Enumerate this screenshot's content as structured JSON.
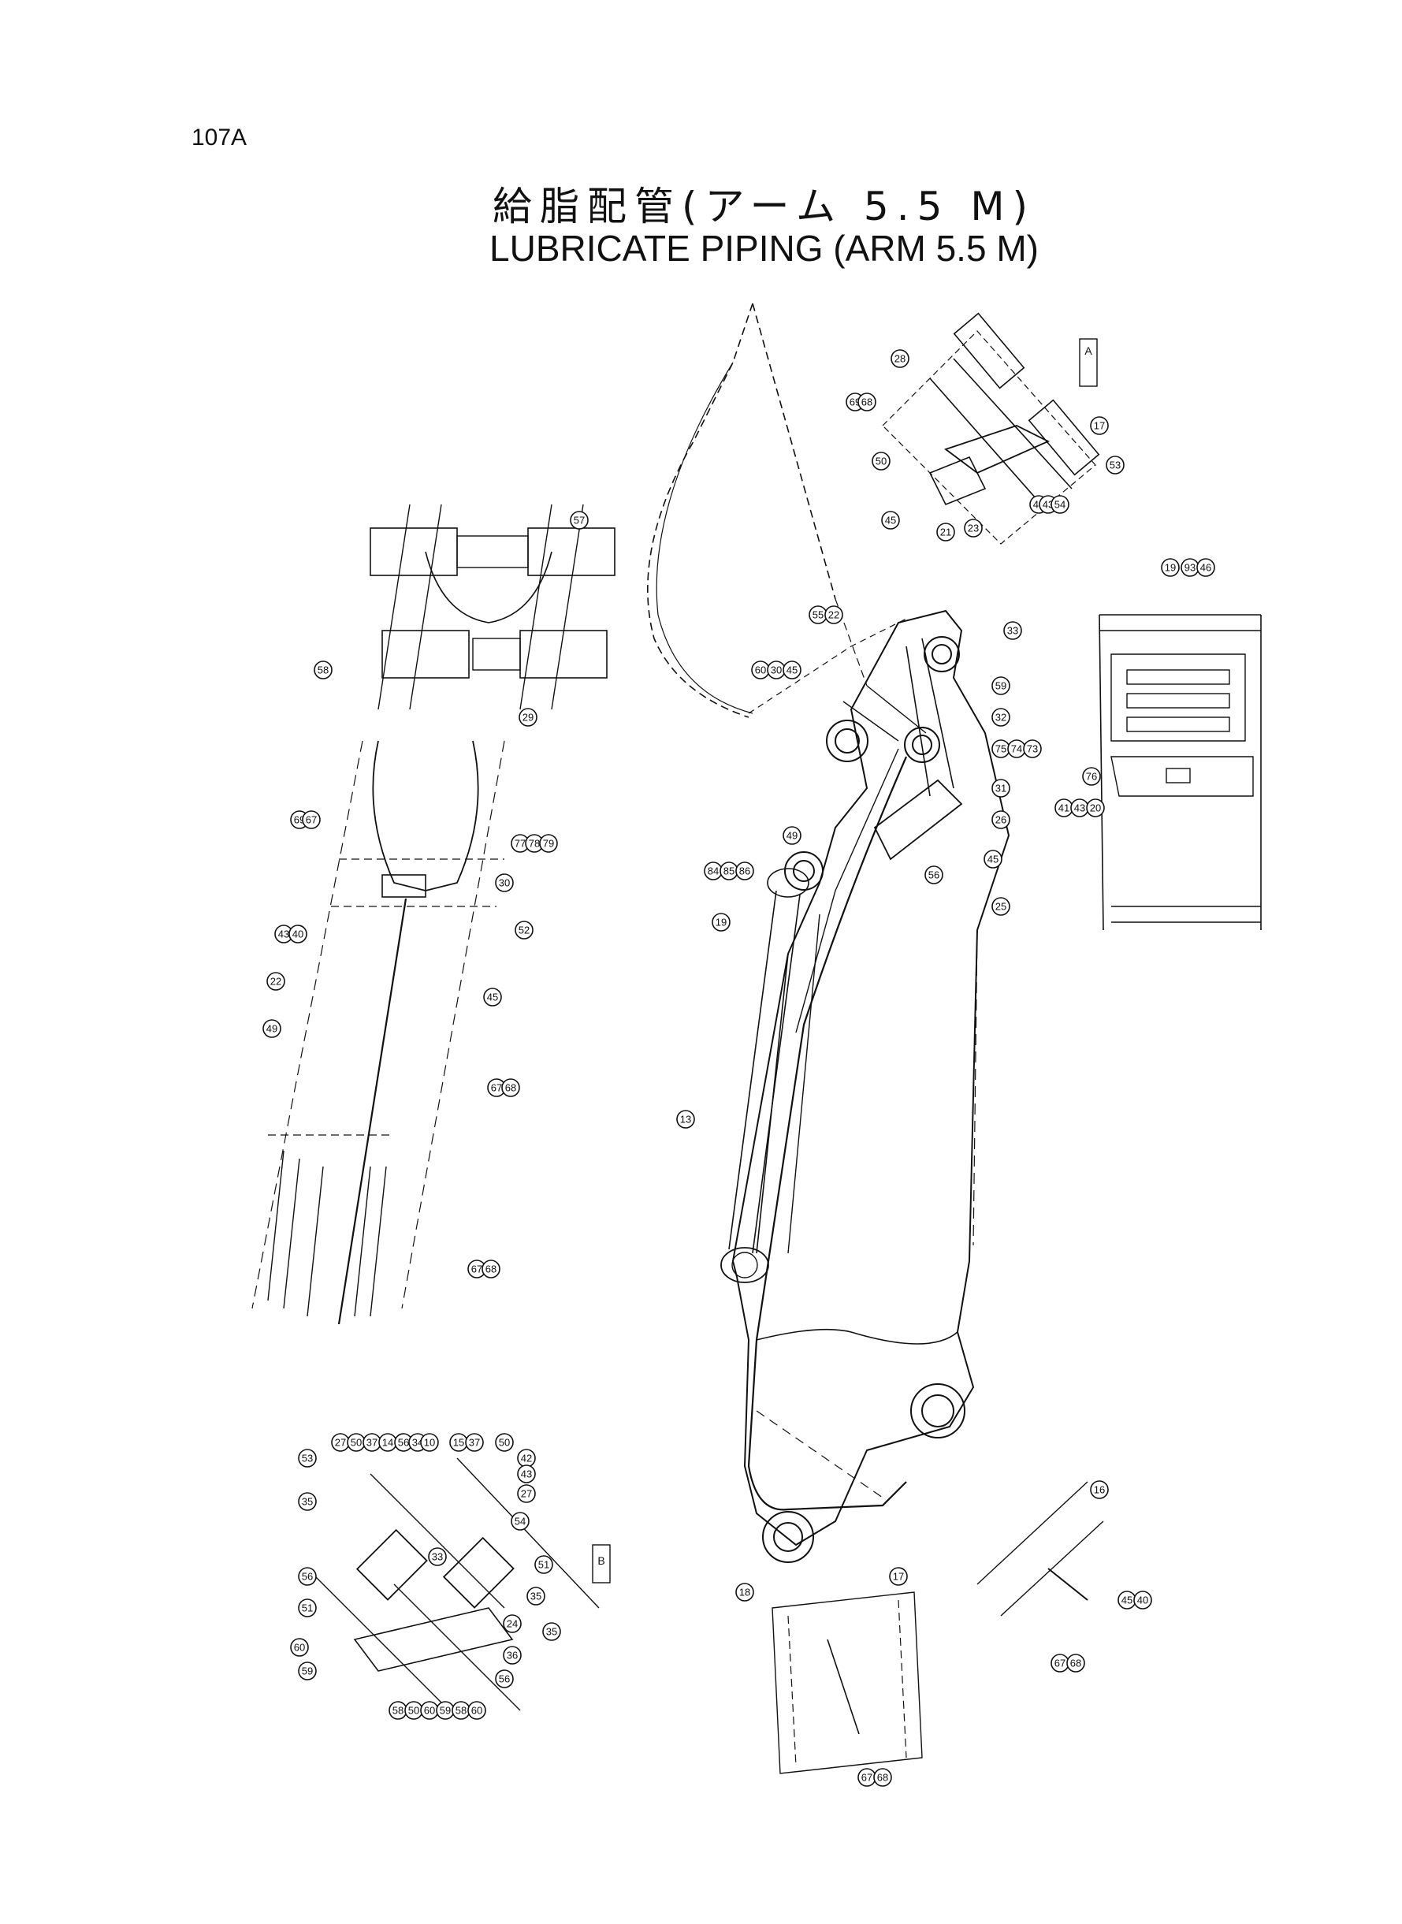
{
  "page_number": "107A",
  "title_japanese": "給脂配管(アーム 5.5 M)",
  "title_english": "LUBRICATE  PIPING (ARM  5.5 M)",
  "view_labels": [
    "A",
    "B"
  ],
  "colors": {
    "line": "#111111",
    "background": "#ffffff"
  },
  "callouts": {
    "top_right_detail": [
      "28",
      "69",
      "68",
      "50",
      "45",
      "21",
      "23",
      "41",
      "43",
      "54",
      "17",
      "53"
    ],
    "right_plate_detail": [
      "19",
      "93",
      "46",
      "76",
      "41",
      "43",
      "20"
    ],
    "left_top_detail": [
      "57",
      "58",
      "29"
    ],
    "left_mid_detail": [
      "69",
      "67",
      "77",
      "78",
      "79",
      "30",
      "43",
      "40",
      "52",
      "22",
      "45",
      "49",
      "67",
      "68",
      "67",
      "68"
    ],
    "main_arm": [
      "55",
      "22",
      "60",
      "30",
      "45",
      "33",
      "59",
      "32",
      "75",
      "74",
      "73",
      "31",
      "26",
      "45",
      "25",
      "49",
      "84",
      "85",
      "86",
      "56",
      "19",
      "13",
      "18",
      "17"
    ],
    "bottom_left_detail": [
      "27",
      "50",
      "37",
      "14",
      "56",
      "34",
      "10",
      "15",
      "37",
      "50",
      "42",
      "43",
      "27",
      "53",
      "35",
      "54",
      "33",
      "51",
      "56",
      "35",
      "51",
      "24",
      "35",
      "36",
      "56",
      "60",
      "59",
      "58",
      "50",
      "60",
      "59",
      "58",
      "60"
    ],
    "bottom_right_detail": [
      "16",
      "45",
      "40",
      "67",
      "68"
    ],
    "bottom_mid_detail": [
      "67",
      "68"
    ]
  }
}
